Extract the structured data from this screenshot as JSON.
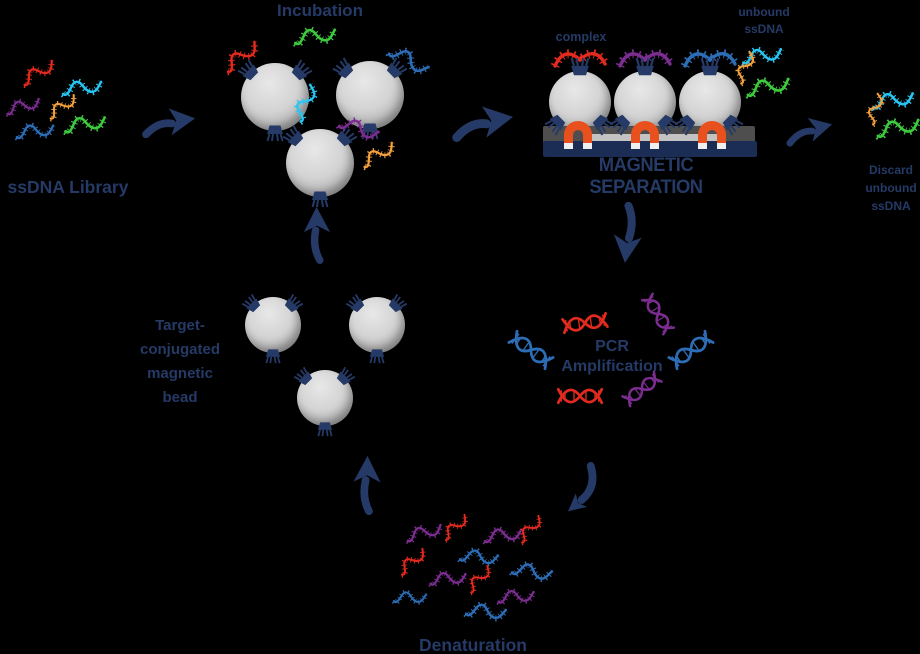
{
  "palette": {
    "background": "#000000",
    "navy": "#253A66",
    "red": "#E22A1E",
    "orange": "#F5A23C",
    "green": "#3FC93F",
    "cyan": "#29C5F2",
    "blue": "#2D6DB5",
    "purple": "#7B2D90",
    "bead_light": "#D9D9D9",
    "bead_dark": "#9B9B9B",
    "magnet_orange": "#E8511E",
    "bar_gray": "#4E4E4E",
    "bar_navy": "#1B2C55"
  },
  "labels": {
    "library": "ssDNA Library",
    "incubation": "Incubation",
    "complex": "complex",
    "unbound": [
      "unbound",
      "ssDNA"
    ],
    "magnetic_separation": "MAGNETIC SEPARATION",
    "discard": [
      "Discard",
      "unbound",
      "ssDNA"
    ],
    "pcr": [
      "PCR",
      "Amplification"
    ],
    "denaturation": "Denaturation",
    "target_bead": [
      "Target-",
      "conjugated",
      "magnetic",
      "bead"
    ]
  },
  "icons": {
    "ssdna-strand-icon": "wavy single-stranded DNA with base ticks",
    "dna-helix-icon": "double-helix DNA",
    "magnetic-bead": "gray sphere bead",
    "target-protein-icon": "navy fringed target block on bead surface",
    "magnet-icon": "orange horseshoe magnet with white poles",
    "flow-arrow": "navy curved process arrow",
    "separation-bar": "magnetic separation rack bar"
  }
}
